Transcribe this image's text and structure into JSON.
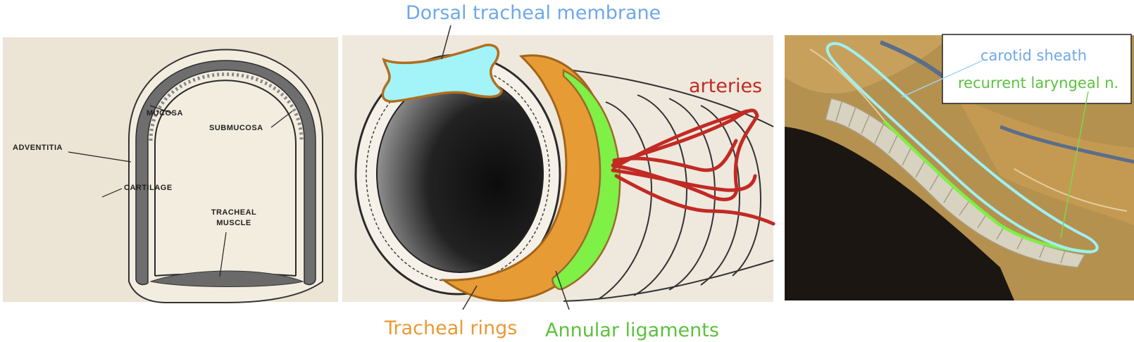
{
  "colors": {
    "membrane": "#6fa8ea",
    "rings": "#e79b34",
    "ligaments": "#5cc23e",
    "arteries": "#c22a24",
    "sheath": "#6fa8ea",
    "nerve": "#5cc23e"
  },
  "panel_left": {
    "labels": {
      "mucosa": "MUCOSA",
      "submucosa": "SUBMUCOSA",
      "adventitia": "ADVENTITIA",
      "cartilage": "CARTILAGE",
      "tracheal_muscle_line1": "TRACHEAL",
      "tracheal_muscle_line2": "MUSCLE"
    }
  },
  "panel_middle": {
    "labels": {
      "membrane": "Dorsal tracheal membrane",
      "arteries": "arteries",
      "rings": "Tracheal rings",
      "ligaments": "Annular ligaments"
    }
  },
  "panel_right": {
    "labels": {
      "sheath": "carotid sheath",
      "nerve": "recurrent laryngeal n."
    }
  }
}
